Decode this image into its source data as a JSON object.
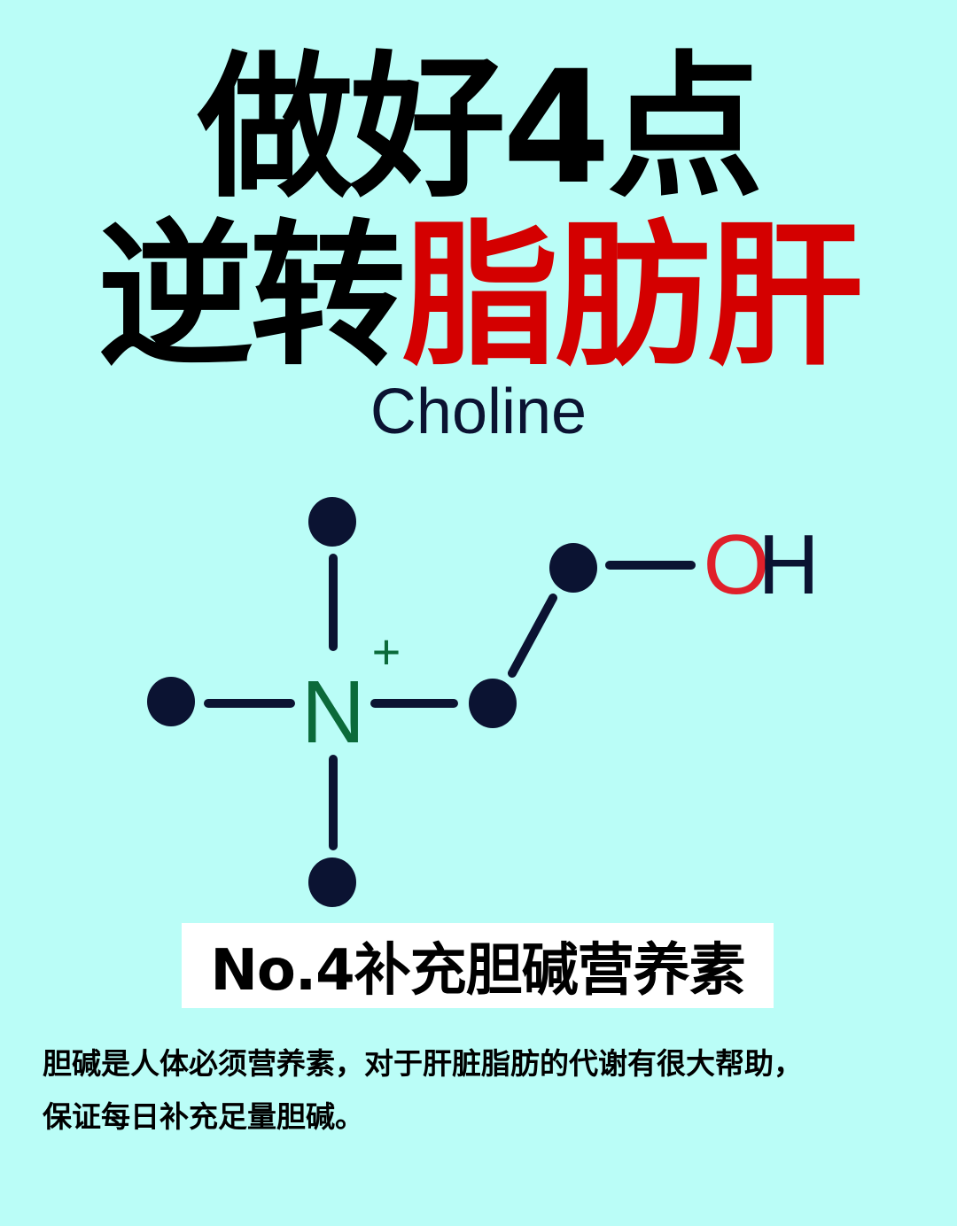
{
  "title": {
    "line1": "做好4点",
    "line2_black": "逆转",
    "line2_red": "脂肪肝"
  },
  "subtitle": "Choline",
  "molecule": {
    "center_atom": "N",
    "charge": "+",
    "hydroxyl_o": "O",
    "hydroxyl_h": "H",
    "colors": {
      "bond": "#0b1332",
      "nitrogen": "#0b6a3a",
      "oxygen": "#e0202a"
    }
  },
  "banner": "No.4补充胆碱营养素",
  "description": {
    "line1": "胆碱是人体必须营养素，对于肝脏脂肪的代谢有很大帮助，",
    "line2": "保证每日补充足量胆碱。"
  },
  "colors": {
    "background": "#bafdf7",
    "accent_red": "#d40000"
  }
}
